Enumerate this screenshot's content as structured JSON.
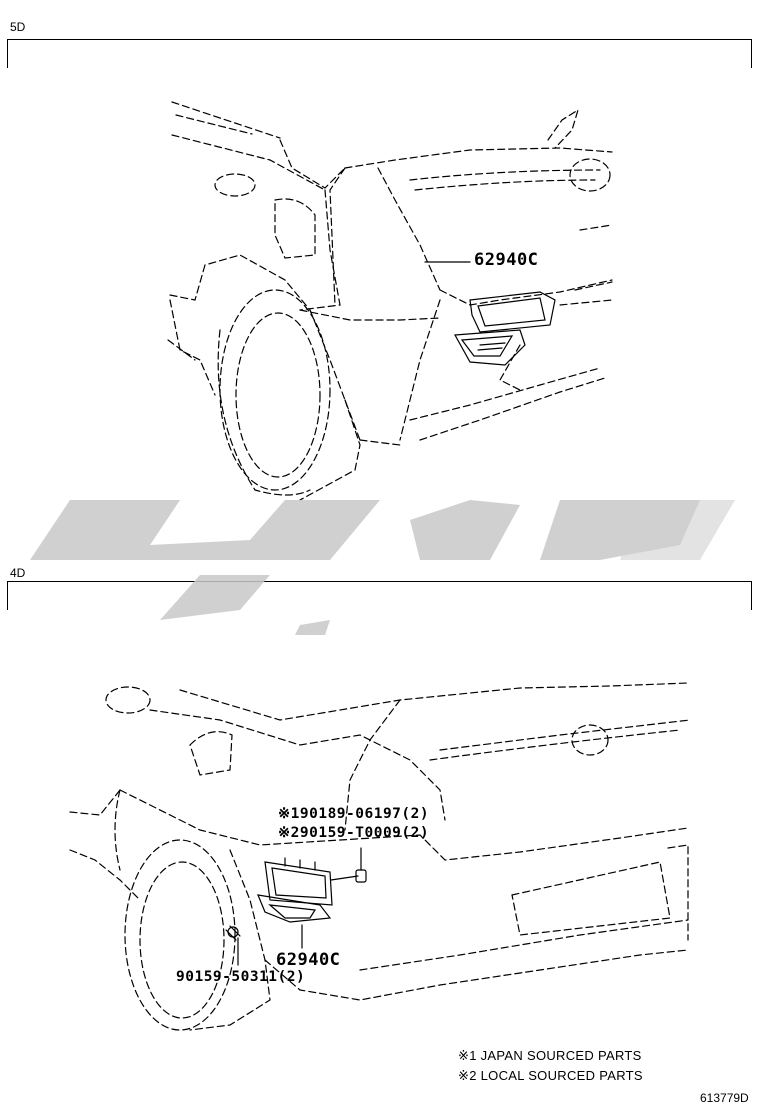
{
  "sections": {
    "five_door": {
      "label": "5D",
      "callouts": {
        "part_a": "62940C"
      }
    },
    "four_door": {
      "label": "4D",
      "callouts": {
        "part_1": "※190189-06197(2)",
        "part_2": "※290159-T0009(2)",
        "part_a": "62940C",
        "part_3": "90159-50311(2)"
      }
    }
  },
  "notes": {
    "note_1": "※1 JAPAN SOURCED PARTS",
    "note_2": "※2 LOCAL SOURCED PARTS"
  },
  "drawing_number": "613779D",
  "watermark": {
    "text": "تويارت",
    "color": "#c8c8c8"
  }
}
